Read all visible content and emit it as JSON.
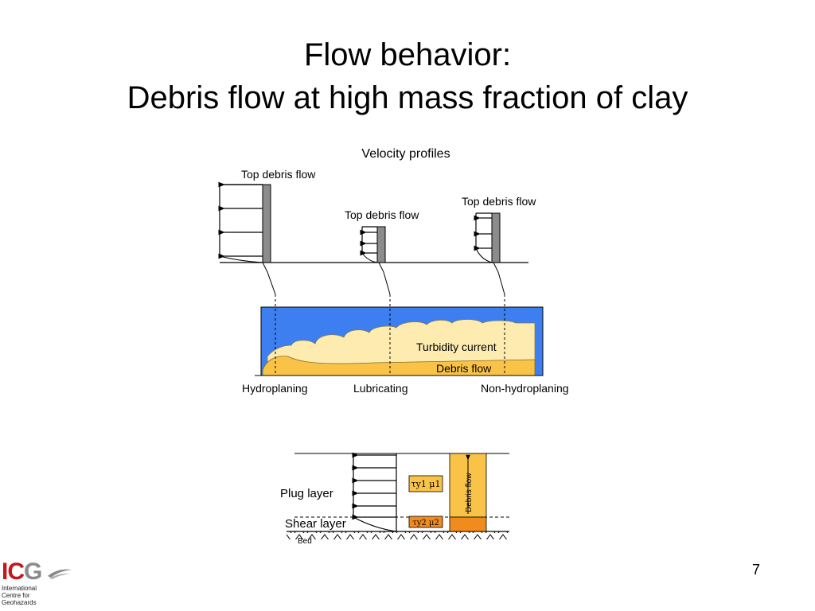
{
  "slide": {
    "title_line1": "Flow behavior:",
    "title_line2": "Debris flow at high mass fraction of clay",
    "page_number": "7"
  },
  "diagram_top": {
    "heading": "Velocity profiles",
    "profile_labels": [
      "Top debris flow",
      "Top debris flow",
      "Top debris flow"
    ],
    "current_label": "Turbidity current",
    "flow_label": "Debris flow",
    "regime_labels": [
      "Hydroplaning",
      "Lubricating",
      "Non-hydroplaning"
    ]
  },
  "diagram_bottom": {
    "plug_label": "Plug layer",
    "shear_label": "Shear layer",
    "bed_label": "Bed",
    "column_label": "Debris flow",
    "plug_params": "τy1 μ1",
    "shear_params": "τy2 μ2"
  },
  "logo": {
    "acronym_red": "IC",
    "acronym_grey": "G",
    "line1": "International",
    "line2": "Centre for",
    "line3": "Geohazards"
  },
  "colors": {
    "water": "#3d7ff0",
    "turbidity": "#fdebb0",
    "debris": "#f9c348",
    "shear": "#f08b1e",
    "column": "#f9c348",
    "accent": "#c4161c"
  }
}
